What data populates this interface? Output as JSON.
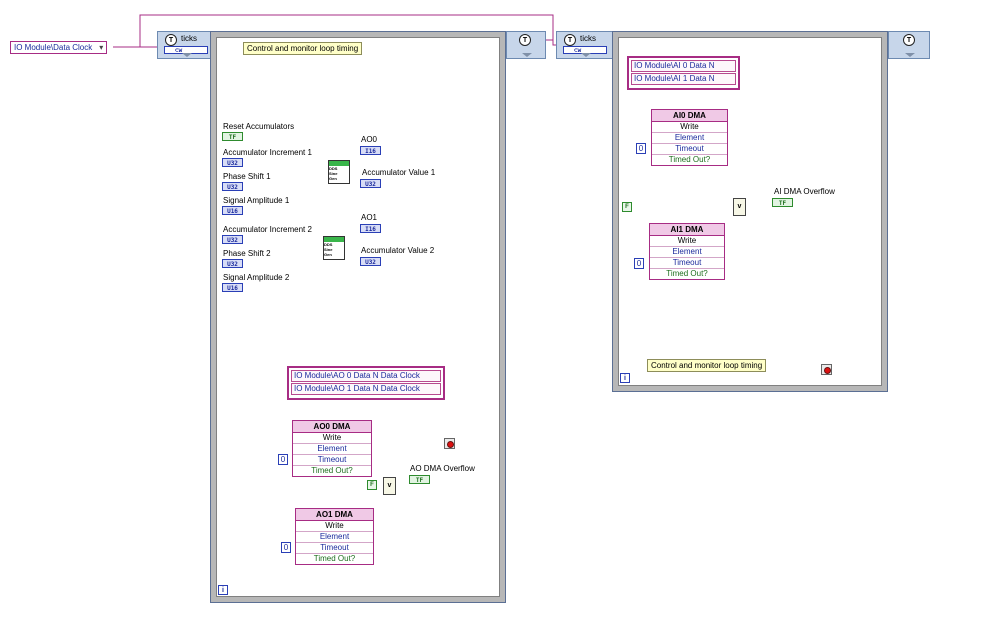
{
  "data_clock": {
    "label": "IO Module\\Data Clock"
  },
  "timed_loop_1": {
    "header_label": "ticks",
    "comment": "Control and monitor loop timing",
    "iteration_label": "i",
    "controls": {
      "reset_accumulators": {
        "label": "Reset Accumulators",
        "type": "TF"
      },
      "acc_inc_1": {
        "label": "Accumulator Increment 1",
        "type": "U32"
      },
      "phase_shift_1": {
        "label": "Phase Shift 1",
        "type": "U32"
      },
      "signal_amp_1": {
        "label": "Signal Amplitude 1",
        "type": "U16"
      },
      "acc_inc_2": {
        "label": "Accumulator Increment 2",
        "type": "U32"
      },
      "phase_shift_2": {
        "label": "Phase Shift 2",
        "type": "U32"
      },
      "signal_amp_2": {
        "label": "Signal Amplitude 2",
        "type": "U16"
      }
    },
    "indicators": {
      "ao0": {
        "label": "AO0",
        "type": "I16"
      },
      "ao1": {
        "label": "AO1",
        "type": "I16"
      },
      "acc_val_1": {
        "label": "Accumulator Value 1",
        "type": "U32"
      },
      "acc_val_2": {
        "label": "Accumulator Value 2",
        "type": "U32"
      },
      "ao_dma_overflow": {
        "label": "AO DMA Overflow",
        "type": "TF"
      }
    },
    "io_node": [
      "IO Module\\AO 0 Data N Data Clock",
      "IO Module\\AO 1 Data N Data Clock"
    ],
    "dma": [
      {
        "title": "AO0 DMA",
        "rows": [
          "Write",
          "Element",
          "Timeout",
          "Timed Out?"
        ],
        "timeout_const": "0"
      },
      {
        "title": "AO1 DMA",
        "rows": [
          "Write",
          "Element",
          "Timeout",
          "Timed Out?"
        ],
        "timeout_const": "0"
      }
    ],
    "false_const": "F",
    "or_symbol": "v"
  },
  "timed_loop_2": {
    "header_label": "ticks",
    "comment": "Control and monitor loop timing",
    "iteration_label": "i",
    "io_node": [
      "IO Module\\AI 0 Data N",
      "IO Module\\AI 1 Data N"
    ],
    "dma": [
      {
        "title": "AI0 DMA",
        "rows": [
          "Write",
          "Element",
          "Timeout",
          "Timed Out?"
        ],
        "timeout_const": "0"
      },
      {
        "title": "AI1 DMA",
        "rows": [
          "Write",
          "Element",
          "Timeout",
          "Timed Out?"
        ],
        "timeout_const": "0"
      }
    ],
    "indicators": {
      "ai_dma_overflow": {
        "label": "AI DMA Overflow",
        "type": "TF"
      }
    },
    "false_const": "F",
    "or_symbol": "v"
  }
}
